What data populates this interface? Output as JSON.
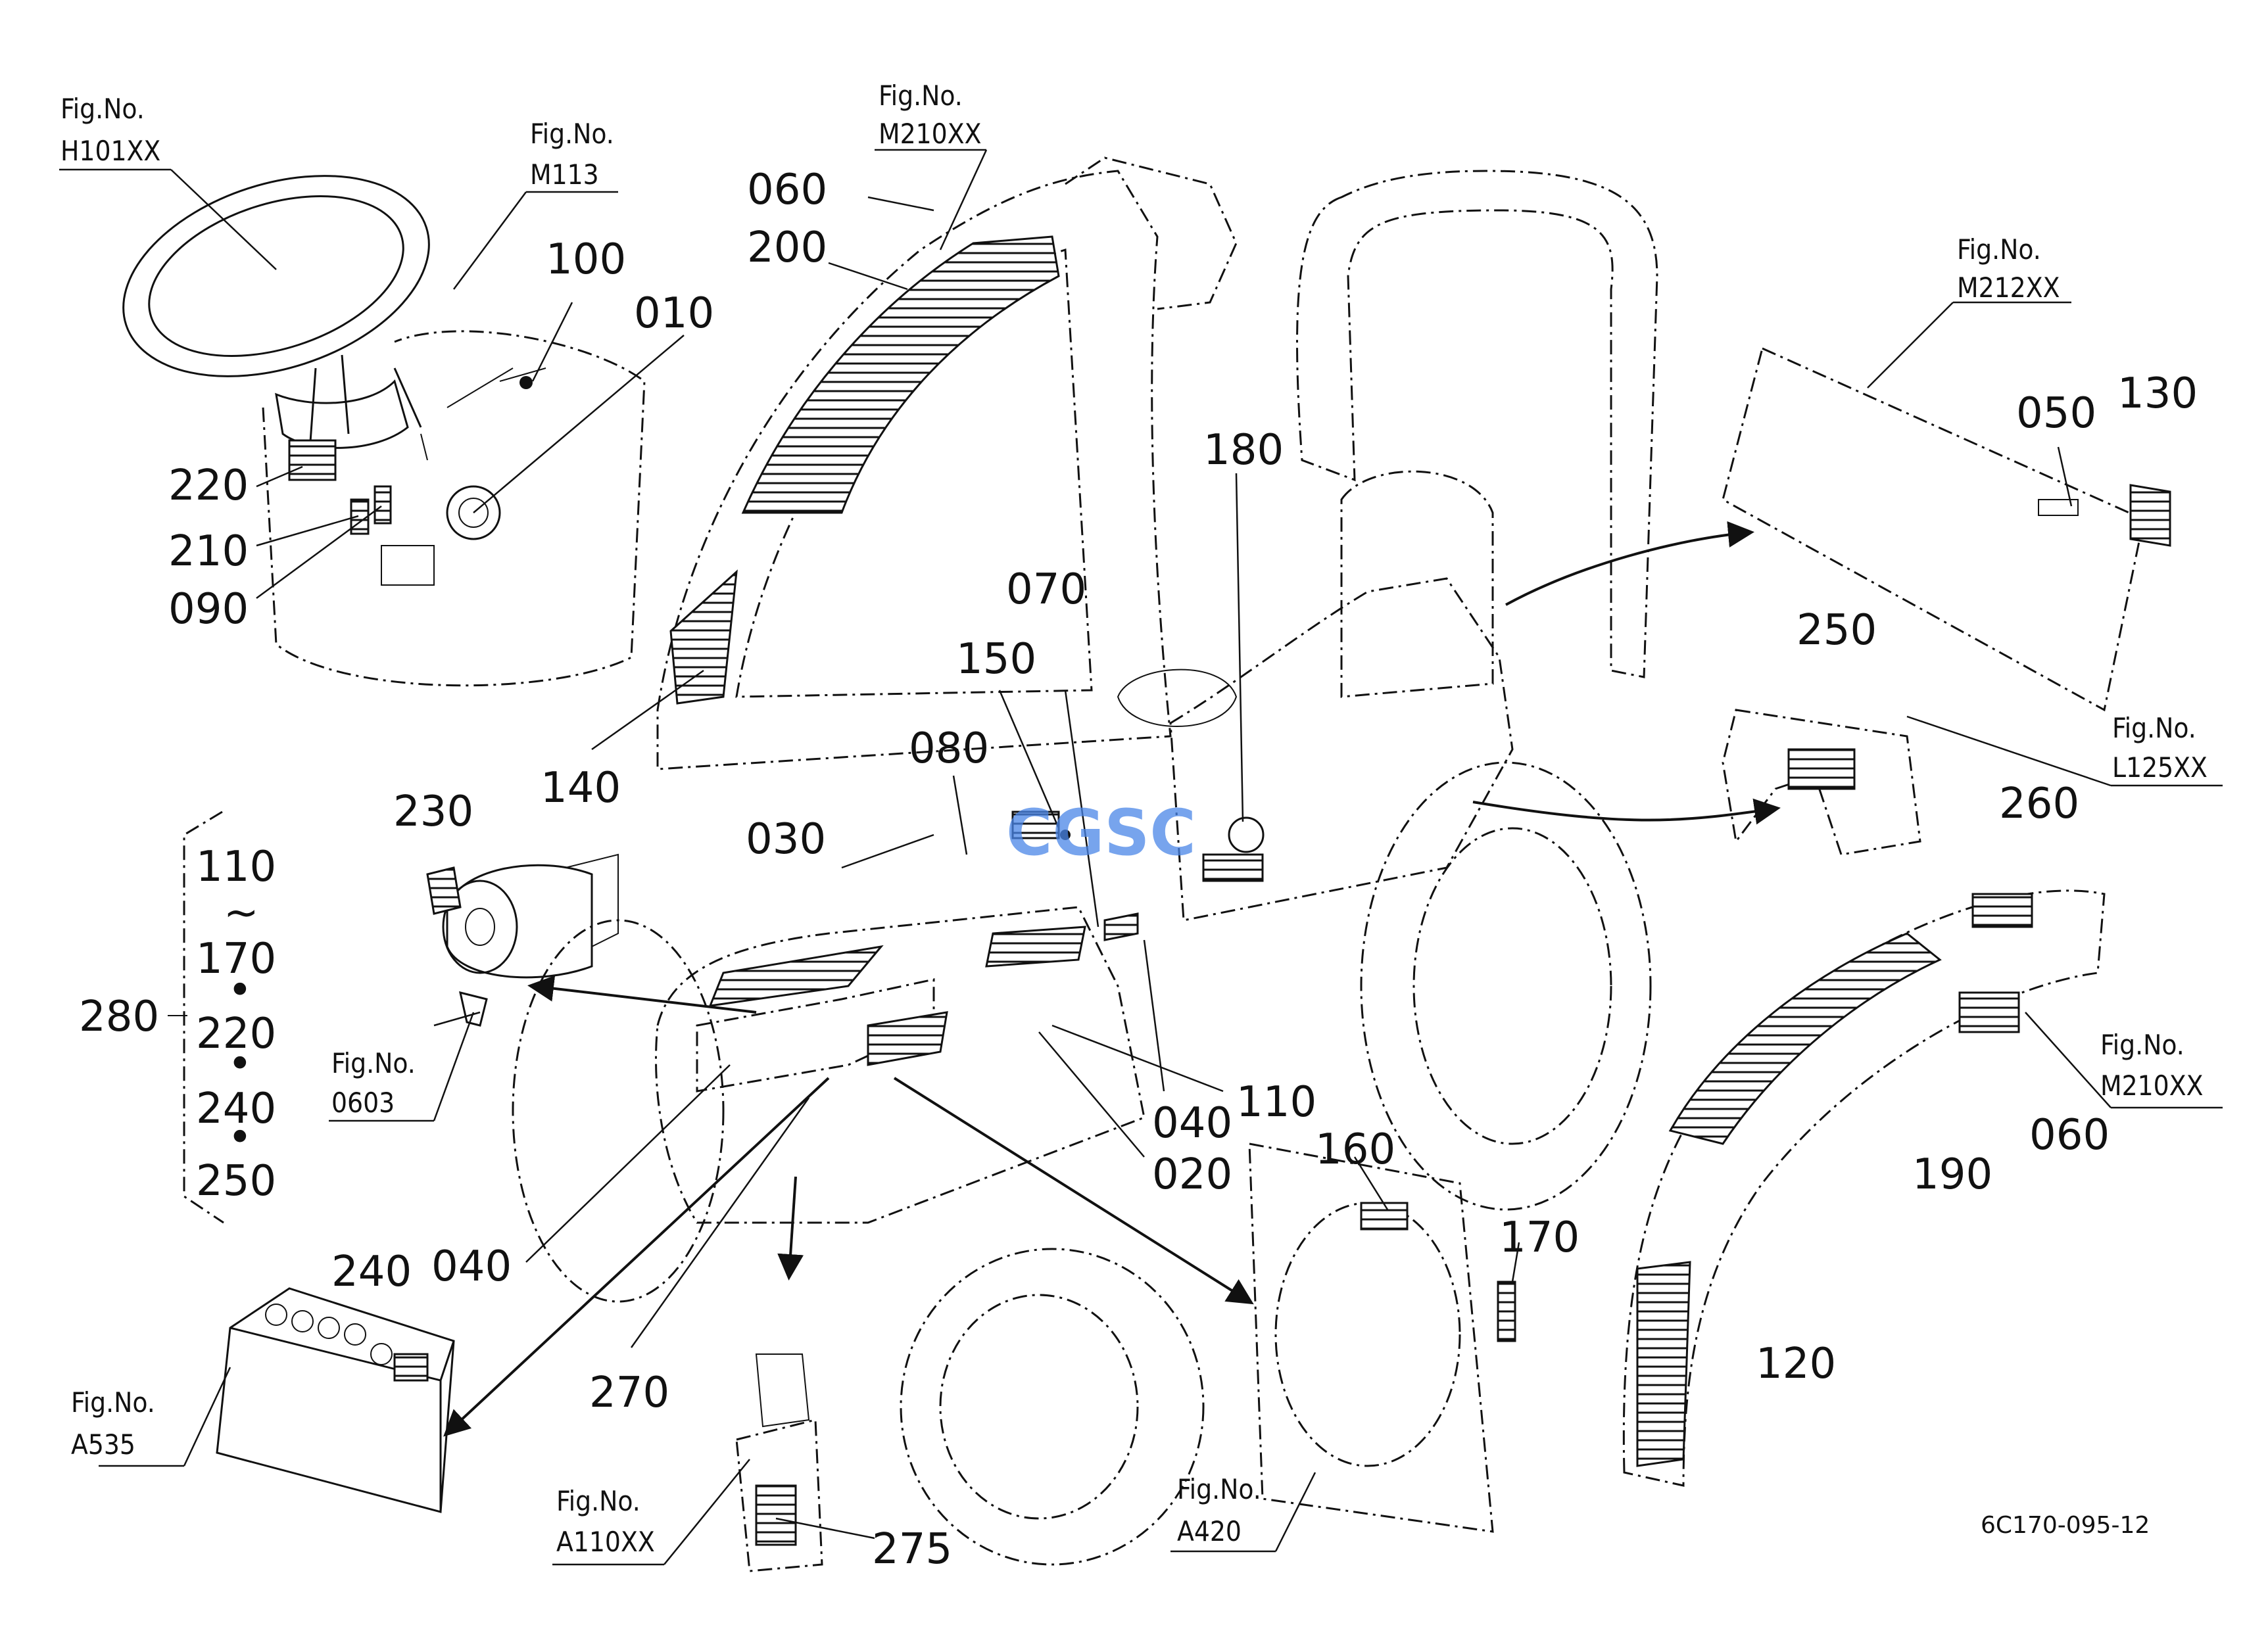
{
  "fig_refs": {
    "h101": {
      "line1": "Fig.No.",
      "line2": "H101XX"
    },
    "m113": {
      "line1": "Fig.No.",
      "line2": "M113"
    },
    "m210_top": {
      "line1": "Fig.No.",
      "line2": "M210XX"
    },
    "m212": {
      "line1": "Fig.No.",
      "line2": "M212XX"
    },
    "l125": {
      "line1": "Fig.No.",
      "line2": "L125XX"
    },
    "m210_right": {
      "line1": "Fig.No.",
      "line2": "M210XX"
    },
    "f0603": {
      "line1": "Fig.No.",
      "line2": "0603"
    },
    "a535": {
      "line1": "Fig.No.",
      "line2": "A535"
    },
    "a110": {
      "line1": "Fig.No.",
      "line2": "A110XX"
    },
    "a420": {
      "line1": "Fig.No.",
      "line2": "A420"
    }
  },
  "callouts": {
    "c060a": "060",
    "c200": "200",
    "c100": "100",
    "c010": "010",
    "c220": "220",
    "c210": "210",
    "c090": "090",
    "c140": "140",
    "c070": "070",
    "c150": "150",
    "c080": "080",
    "c030": "030",
    "c180": "180",
    "c050": "050",
    "c130": "130",
    "c250": "250",
    "c260": "260",
    "c060b": "060",
    "c190": "190",
    "c120": "120",
    "c230": "230",
    "c110": "110",
    "c040a": "040",
    "c020": "020",
    "c040b": "040",
    "c270": "270",
    "c240": "240",
    "c275": "275",
    "c160": "160",
    "c170": "170"
  },
  "group_280": {
    "label": "280",
    "items": [
      "110",
      "~",
      "170",
      "•",
      "220",
      "•",
      "240",
      "•",
      "250"
    ]
  },
  "drawing_code": "6C170-095-12",
  "watermark": "CGSC"
}
